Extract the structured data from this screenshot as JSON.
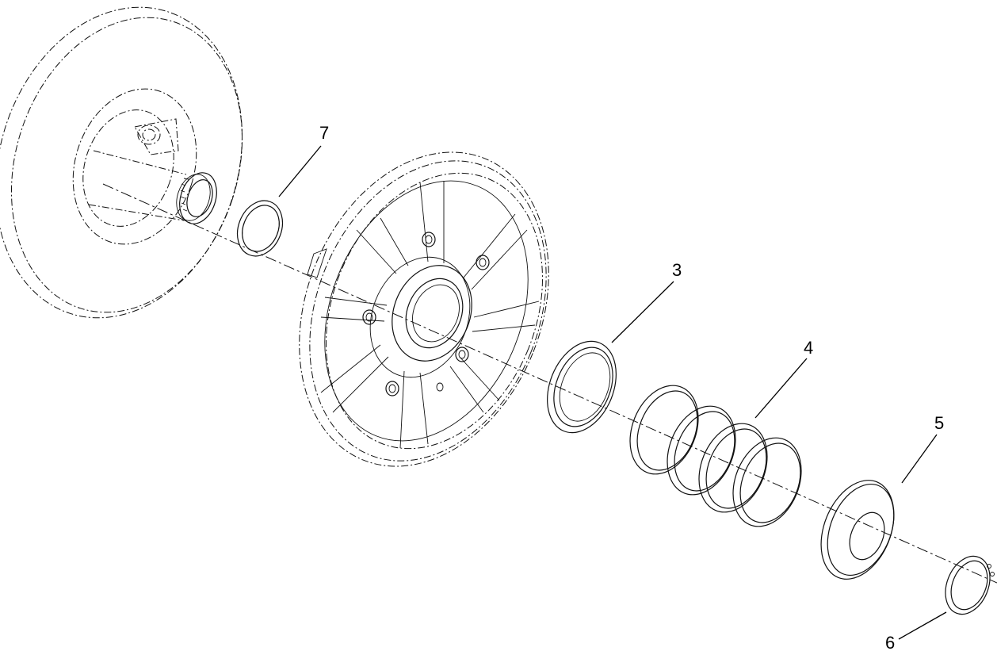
{
  "callouts": {
    "c3": "3",
    "c4": "4",
    "c5": "5",
    "c6": "6",
    "c7": "7"
  },
  "colors": {
    "line": "#111111",
    "background": "#ffffff"
  }
}
